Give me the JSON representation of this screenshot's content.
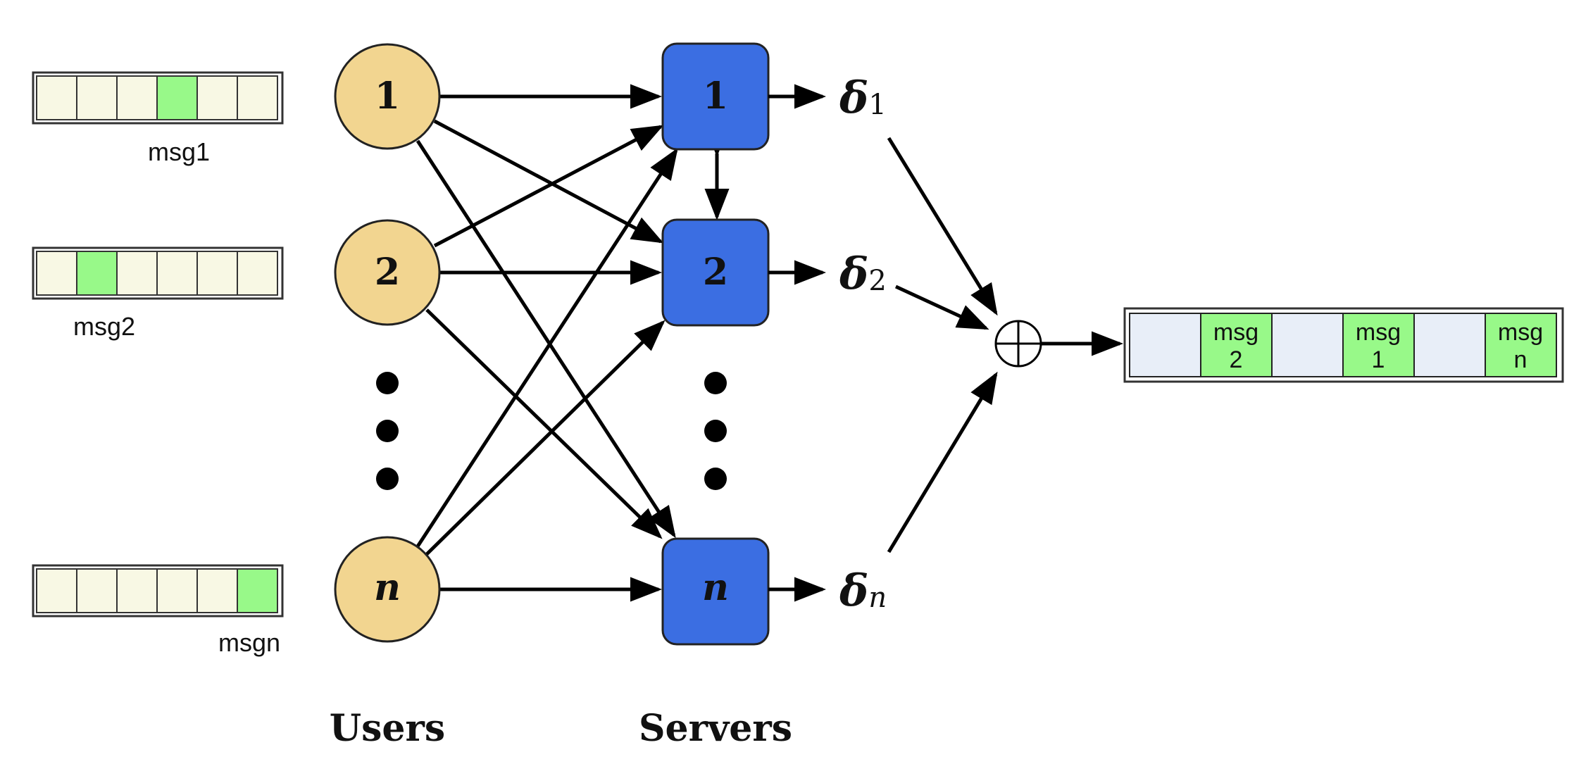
{
  "colors": {
    "user_fill": "#f2d590",
    "server_fill": "#3b6ee2",
    "cell_fill": "#f8f8e4",
    "cell_highlight": "#98f989",
    "output_cell_fill": "#e8eef8"
  },
  "messages": [
    {
      "caption": "msg1",
      "highlight_index": 3
    },
    {
      "caption": "msg2",
      "highlight_index": 1
    },
    {
      "caption": "msgn",
      "highlight_index": 5
    }
  ],
  "users": [
    "1",
    "2",
    "n"
  ],
  "servers": [
    "1",
    "2",
    "n"
  ],
  "outputs": [
    {
      "symbol": "δ",
      "sub": "1"
    },
    {
      "symbol": "δ",
      "sub": "2"
    },
    {
      "symbol": "δ",
      "sub": "n"
    }
  ],
  "combine_symbol": "⊕",
  "output_buffer": [
    {
      "line1": "",
      "line2": ""
    },
    {
      "line1": "msg",
      "line2": "2"
    },
    {
      "line1": "",
      "line2": ""
    },
    {
      "line1": "msg",
      "line2": "1"
    },
    {
      "line1": "",
      "line2": ""
    },
    {
      "line1": "msg",
      "line2": "n"
    }
  ],
  "labels": {
    "users": "Users",
    "servers": "Servers"
  }
}
